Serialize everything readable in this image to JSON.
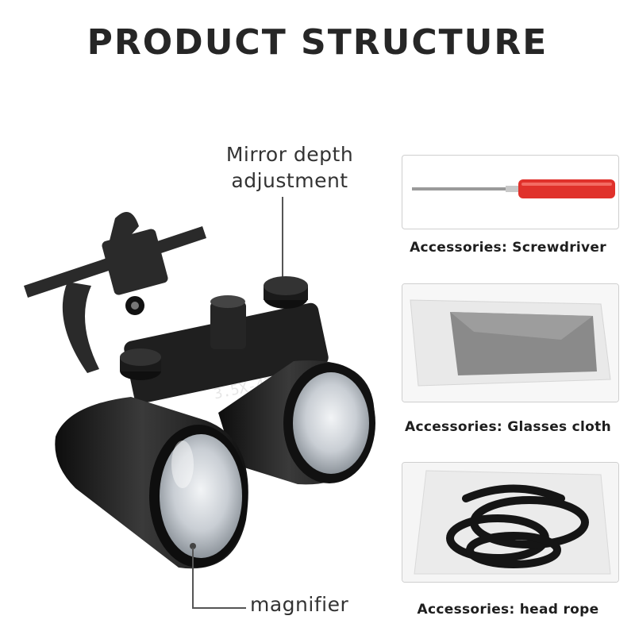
{
  "title": "PRODUCT STRUCTURE",
  "callouts": {
    "mirror_depth": [
      "Mirror depth",
      "adjustment"
    ],
    "magnifier": "magnifier"
  },
  "lens_label": "3.5X-420",
  "accessories": [
    {
      "caption": "Accessories: Screwdriver"
    },
    {
      "caption": "Accessories: Glasses cloth"
    },
    {
      "caption": "Accessories: head rope"
    }
  ],
  "colors": {
    "screwdriver_handle": "#e0312b",
    "body": "#1d1d1d",
    "lens": "#cfd3d8"
  }
}
